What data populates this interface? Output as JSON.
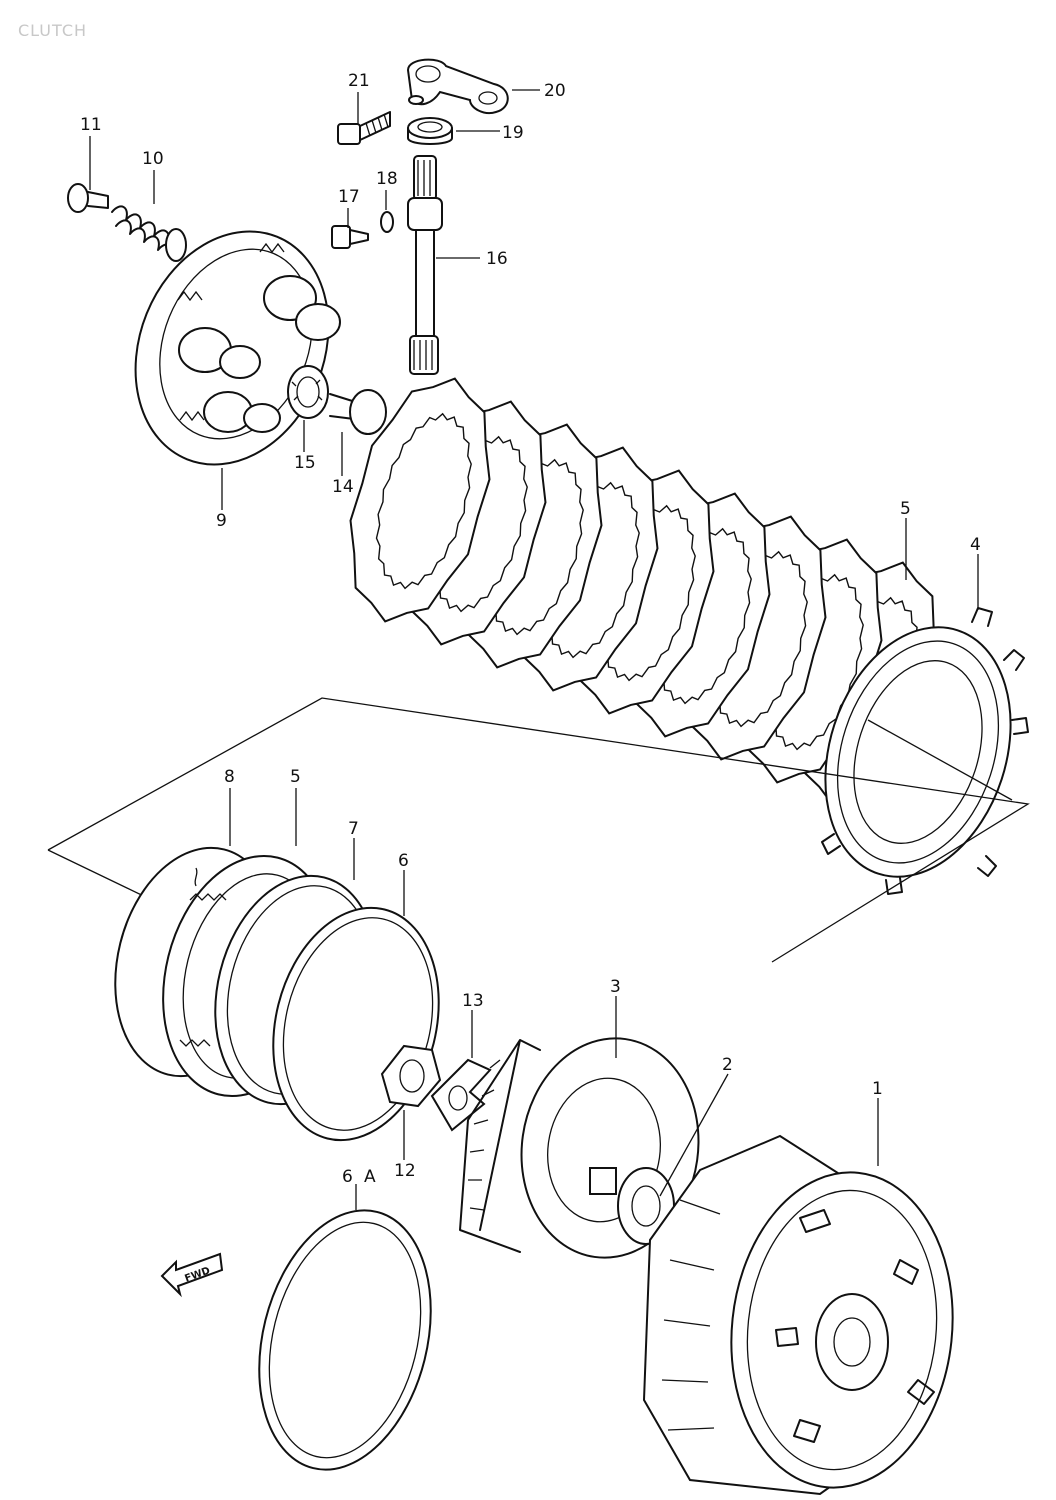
{
  "title": "CLUTCH",
  "fwd_label": "FWD",
  "callouts": {
    "c1": "1",
    "c2": "2",
    "c3": "3",
    "c4": "4",
    "c5a": "5",
    "c5b": "5",
    "c6": "6",
    "c6a_num": "6",
    "c6a_letter": "A",
    "c7": "7",
    "c8": "8",
    "c9": "9",
    "c10": "10",
    "c11": "11",
    "c12": "12",
    "c13": "13",
    "c14": "14",
    "c15": "15",
    "c16": "16",
    "c17": "17",
    "c18": "18",
    "c19": "19",
    "c20": "20",
    "c21": "21"
  },
  "plate_stack": {
    "plate_count": 9
  },
  "colors": {
    "line": "#111111",
    "background": "#ffffff",
    "faint_title": "#c8c8c8"
  }
}
